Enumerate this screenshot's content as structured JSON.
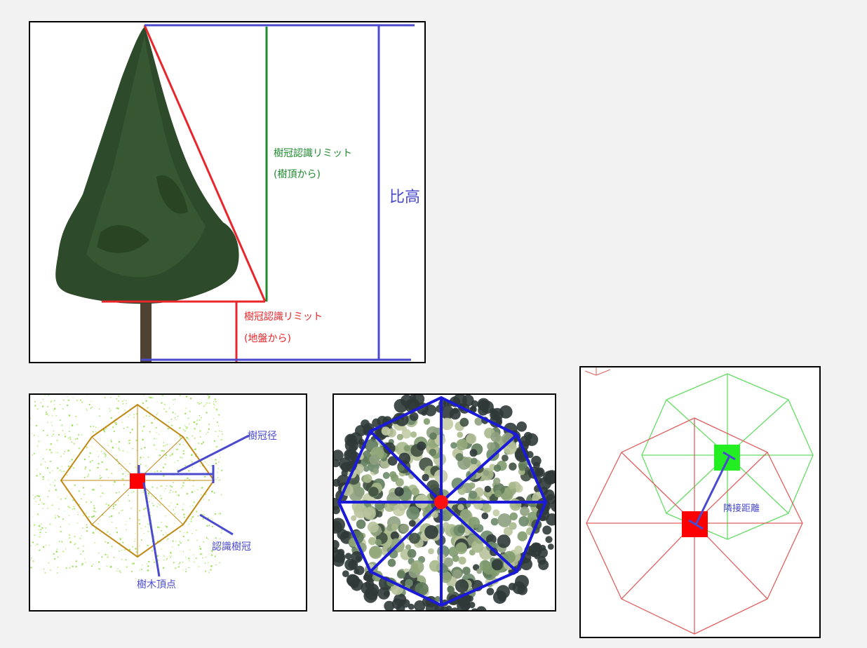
{
  "height_diagram": {
    "crown_limit_from_top_line1": "樹冠認識リミット",
    "crown_limit_from_top_line2": "(樹頂から)",
    "crown_limit_from_ground_line1": "樹冠認識リミット",
    "crown_limit_from_ground_line2": "(地盤から)",
    "relative_height": "比高"
  },
  "crown_diagram": {
    "crown_diameter": "樹冠径",
    "recognized_crown": "認識樹冠",
    "tree_apex": "樹木頂点"
  },
  "adjacency_diagram": {
    "adjacent_distance": "隣接距離"
  },
  "colors": {
    "red": "#e8262b",
    "green": "#1f8a2e",
    "blue": "#4a4acf",
    "orange": "#c08a16",
    "octagon_blue": "#1a1ad8",
    "pink": "#e06060",
    "light_green": "#66dd66"
  }
}
